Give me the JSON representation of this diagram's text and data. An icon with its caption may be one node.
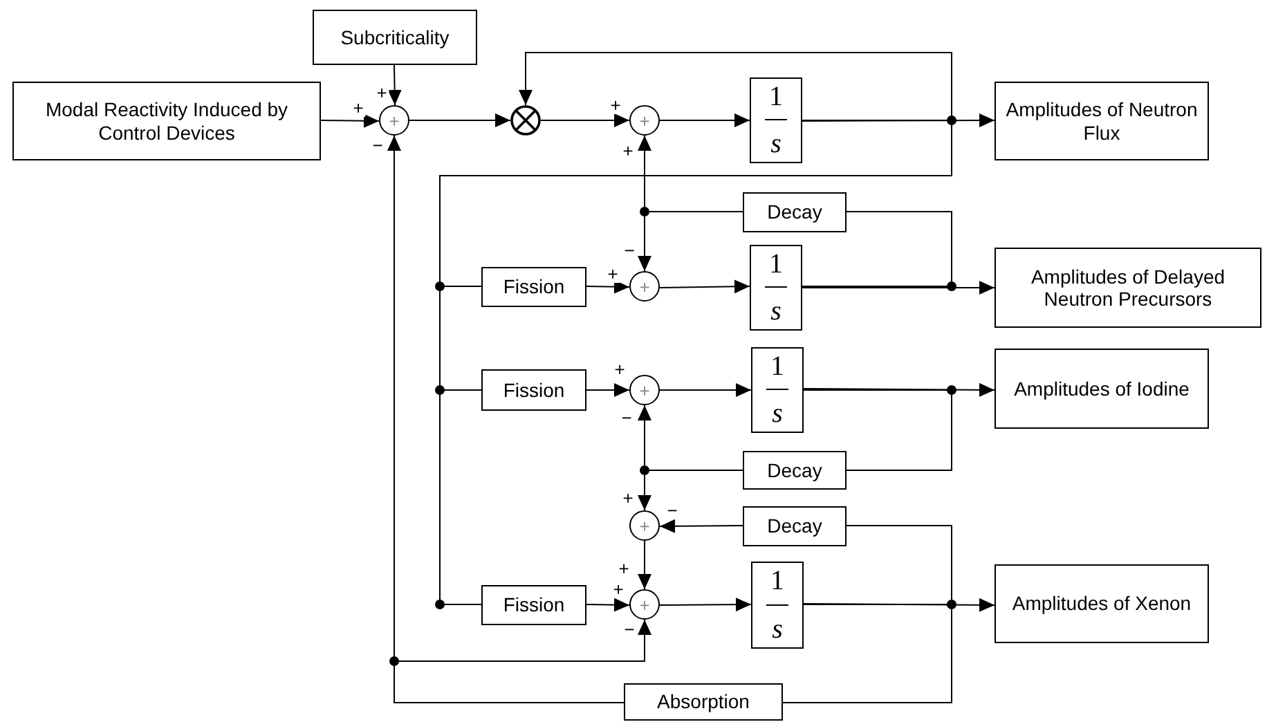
{
  "diagram": {
    "nodes": [
      {
        "text": [
          "Subcriticality"
        ]
      },
      {
        "text": [
          "Modal Reactivity Induced by Control Devices"
        ]
      },
      {
        "text": [
          "+"
        ]
      },
      {
        "text": [],
        "shape": "circle"
      },
      {
        "text": [
          "+"
        ]
      },
      {
        "text": [
          "1",
          "s"
        ]
      },
      {
        "text": [
          "Amplitudes of Neutron Flux"
        ]
      },
      {
        "text": [
          "Decay"
        ]
      },
      {
        "text": [
          "Fission"
        ]
      },
      {
        "text": [
          "+"
        ]
      },
      {
        "text": [
          "1",
          "s"
        ]
      },
      {
        "text": [
          "Amplitudes of Delayed Neutron Precursors"
        ]
      },
      {
        "text": [
          "Fission"
        ]
      },
      {
        "text": [
          "+"
        ]
      },
      {
        "text": [
          "1",
          "s"
        ]
      },
      {
        "text": [
          "Amplitudes of Iodine"
        ]
      },
      {
        "text": [
          "Decay"
        ]
      },
      {
        "text": [
          "Decay"
        ]
      },
      {
        "text": [
          "+"
        ]
      },
      {
        "text": [
          "Fission"
        ]
      },
      {
        "text": [
          "+"
        ]
      },
      {
        "text": [
          "1",
          "s"
        ]
      },
      {
        "text": [
          "Amplitudes of Xenon"
        ]
      },
      {
        "text": [
          "Absorption"
        ]
      }
    ],
    "edges": [
      {
        "from": 0,
        "to": 2,
        "arrow": "to",
        "label": "+"
      },
      {
        "from": 1,
        "to": 2,
        "arrow": "to",
        "label": "+"
      },
      {
        "from": 2,
        "to": 3,
        "arrow": "to"
      },
      {
        "from": 3,
        "to": 4,
        "arrow": "to",
        "label": "+"
      },
      {
        "from": 4,
        "to": 5,
        "arrow": "to"
      },
      {
        "from": 5,
        "to": 6,
        "arrow": "to"
      },
      {
        "from": 5,
        "to": 3,
        "arrow": "to"
      },
      {
        "from": 5,
        "to": 8,
        "arrow": "none"
      },
      {
        "from": 5,
        "to": 12,
        "arrow": "none"
      },
      {
        "from": 5,
        "to": 19,
        "arrow": "none"
      },
      {
        "from": 8,
        "to": 9,
        "arrow": "to",
        "label": "+"
      },
      {
        "from": 9,
        "to": 10,
        "arrow": "to"
      },
      {
        "from": 10,
        "to": 11,
        "arrow": "to"
      },
      {
        "from": 10,
        "to": 7,
        "arrow": "none"
      },
      {
        "from": 7,
        "to": 4,
        "arrow": "to",
        "label": "+"
      },
      {
        "from": 7,
        "to": 9,
        "arrow": "to",
        "label": "−"
      },
      {
        "from": 12,
        "to": 13,
        "arrow": "to",
        "label": "+"
      },
      {
        "from": 13,
        "to": 14,
        "arrow": "to"
      },
      {
        "from": 14,
        "to": 15,
        "arrow": "to"
      },
      {
        "from": 14,
        "to": 16,
        "arrow": "none"
      },
      {
        "from": 16,
        "to": 13,
        "arrow": "to",
        "label": "−"
      },
      {
        "from": 16,
        "to": 18,
        "arrow": "to",
        "label": "+"
      },
      {
        "from": 21,
        "to": 17,
        "arrow": "none"
      },
      {
        "from": 17,
        "to": 18,
        "arrow": "to",
        "label": "−"
      },
      {
        "from": 18,
        "to": 20,
        "arrow": "to",
        "label": "+"
      },
      {
        "from": 19,
        "to": 20,
        "arrow": "to",
        "label": "+"
      },
      {
        "from": 20,
        "to": 21,
        "arrow": "to"
      },
      {
        "from": 21,
        "to": 22,
        "arrow": "to"
      },
      {
        "from": 21,
        "to": 23,
        "arrow": "none"
      },
      {
        "from": 23,
        "to": 2,
        "arrow": "to",
        "label": "−"
      },
      {
        "from": 23,
        "to": 20,
        "arrow": "to",
        "label": "−"
      }
    ]
  }
}
